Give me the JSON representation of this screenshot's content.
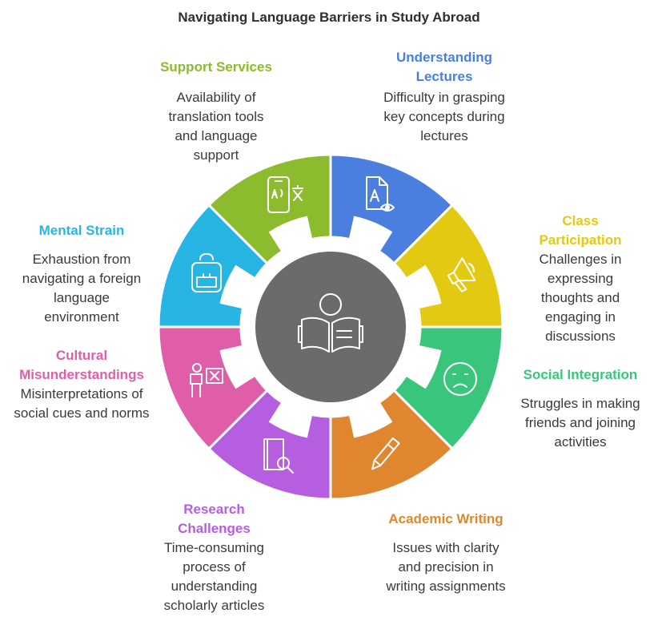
{
  "title": "Navigating Language Barriers in Study Abroad",
  "colors": {
    "center": "#6b6b6b",
    "support": "#8cbb2d",
    "lectures": "#4a7fe0",
    "participation": "#e2c912",
    "social": "#39c57c",
    "writing": "#e0862f",
    "research": "#b55ee0",
    "cultural": "#e05ea8",
    "mental": "#27b5e3"
  },
  "segments": [
    {
      "key": "lectures",
      "heading": "Understanding Lectures",
      "description": "Difficulty in grasping key concepts during lectures",
      "icon": "document-eye-icon"
    },
    {
      "key": "participation",
      "heading": "Class Participation",
      "description": "Challenges in expressing thoughts and engaging in discussions",
      "icon": "megaphone-icon"
    },
    {
      "key": "social",
      "heading": "Social Integration",
      "description": "Struggles in making friends and joining activities",
      "icon": "sad-face-icon"
    },
    {
      "key": "writing",
      "heading": "Academic Writing",
      "description": "Issues with clarity and precision in writing assignments",
      "icon": "pen-icon"
    },
    {
      "key": "research",
      "heading": "Research Challenges",
      "description": "Time-consuming process of understanding scholarly articles",
      "icon": "book-search-icon"
    },
    {
      "key": "cultural",
      "heading": "Cultural Misunderstandings",
      "description": "Misinterpretations of social cues and norms",
      "icon": "person-x-icon"
    },
    {
      "key": "mental",
      "heading": "Mental Strain",
      "description": "Exhaustion from navigating a foreign language environment",
      "icon": "backpack-icon"
    },
    {
      "key": "support",
      "heading": "Support Services",
      "description": "Availability of translation tools and language support",
      "icon": "translate-phone-icon"
    }
  ]
}
